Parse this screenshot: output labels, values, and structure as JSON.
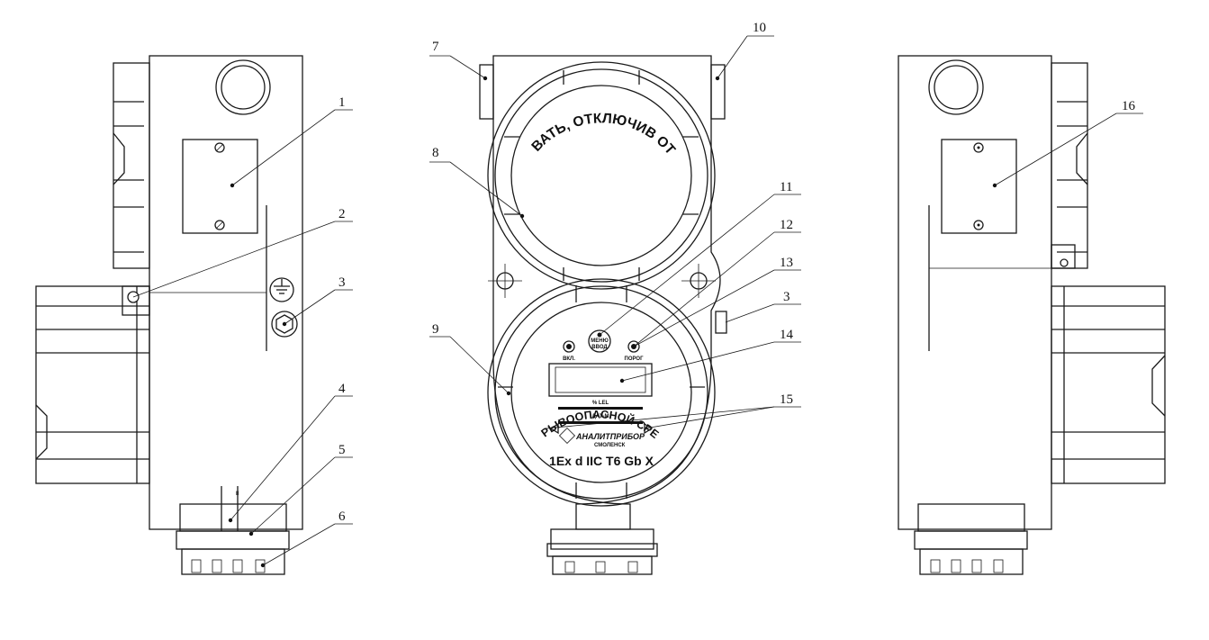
{
  "labels": {
    "n1": "1",
    "n2": "2",
    "n3a": "3",
    "n3b": "3",
    "n4": "4",
    "n5": "5",
    "n6": "6",
    "n7": "7",
    "n8": "8",
    "n9": "9",
    "n10": "10",
    "n11": "11",
    "n12": "12",
    "n13": "13",
    "n14": "14",
    "n15": "15",
    "n16": "16"
  },
  "cover_text_top": "ОТКРЫВАТЬ, ОТКЛЮЧИВ ОТ СЕТИ!",
  "cover_text_bottom": "ОТКРЫВАТЬ ВО ВЗРЫВООПАСНОЙ СРЕДЕ ЗАПРЕЩАЕТСЯ",
  "panel": {
    "btn_left": "ВКЛ.",
    "btn_center_1": "МЕНЮ",
    "btn_center_2": "ВВОД",
    "btn_right": "ПОРОГ",
    "unit": "% LEL",
    "model": "ДАТ-М",
    "brand": "АНАЛИТПРИБОР",
    "city": "СМОЛЕНСК",
    "ex_marking": "1Ex d IIC T6 Gb X"
  },
  "ground_mark": "II"
}
